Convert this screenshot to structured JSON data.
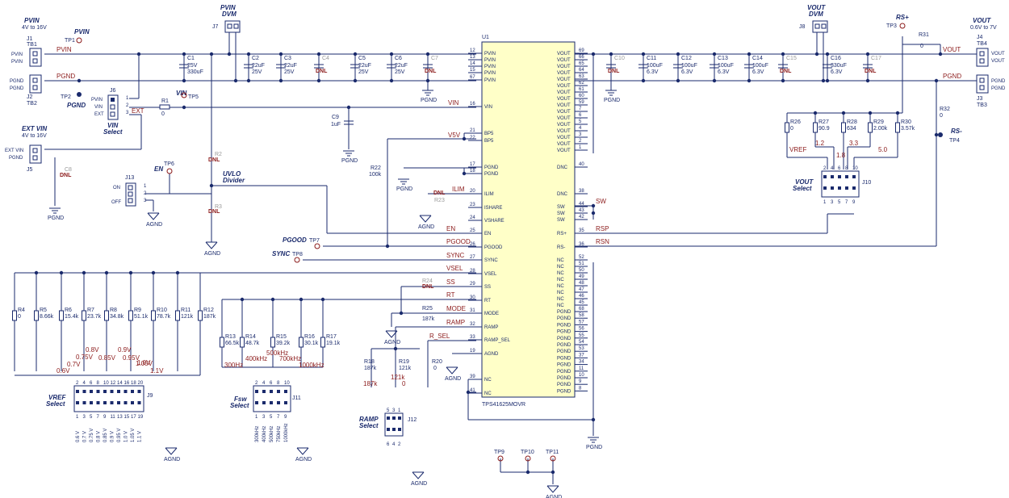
{
  "titles": {
    "pvin": "PVIN",
    "pvin_range": "4V to 16V",
    "pvin_dvm": "PVIN",
    "pvin_dvm2": "DVM",
    "ext_vin": "EXT VIN",
    "ext_range": "4V to 16V",
    "vout": "VOUT",
    "vout_range": "0.6V to 7V",
    "vout_dvm": "VOUT",
    "vout_dvm2": "DVM",
    "vin_select": "VIN",
    "vin_select2": "Select",
    "uvlo": "UVLO",
    "uvlo2": "Divider",
    "en": "EN",
    "vin": "VIN",
    "pvin_tp": "PVIN",
    "pgnd_tp": "PGND",
    "pgood": "PGOOD",
    "sync": "SYNC",
    "rsplus": "RS+",
    "rsminus": "RS-",
    "vout_select": "VOUT",
    "vout_select2": "Select",
    "vref_select": "VREF",
    "vref_select2": "Select",
    "fsw_select": "Fsw",
    "fsw_select2": "Select",
    "ramp_select": "RAMP",
    "ramp_select2": "Select"
  },
  "connectors": {
    "j1": "J1",
    "tb1": "TB1",
    "j2": "J2",
    "tb2": "TB2",
    "j5": "J5",
    "j6": "J6",
    "j7": "J7",
    "j8": "J8",
    "j4": "J4",
    "tb4": "TB4",
    "j3": "J3",
    "tb3": "TB3",
    "j9": "J9",
    "j10": "J10",
    "j11": "J11",
    "j12": "J12",
    "j13": "J13"
  },
  "terminal_labels": {
    "pvin": "PVIN",
    "pgnd": "PGND",
    "ext_vin": "EXT VIN",
    "vout": "VOUT"
  },
  "j6_pins": [
    "PVIN",
    "VIN",
    "EXT"
  ],
  "j13_pins": [
    "ON",
    "OFF"
  ],
  "testpoints": {
    "tp1": "TP1",
    "tp2": "TP2",
    "tp3": "TP3",
    "tp4": "TP4",
    "tp5": "TP5",
    "tp6": "TP6",
    "tp7": "TP7",
    "tp8": "TP8",
    "tp9": "TP9",
    "tp10": "TP10",
    "tp11": "TP11"
  },
  "nets": {
    "pvin": "PVIN",
    "pgnd": "PGND",
    "vout": "VOUT",
    "vin": "VIN",
    "v5v": "V5V",
    "ilim": "ILIM",
    "en": "EN",
    "pgood": "PGOOD",
    "sync": "SYNC",
    "vsel": "VSEL",
    "ss": "SS",
    "rt": "RT",
    "mode": "MODE",
    "ramp": "RAMP",
    "rsel": "R_SEL",
    "sw": "SW",
    "rsp": "RSP",
    "rsn": "RSN",
    "vref": "VREF",
    "ext": "EXT",
    "agnd": "AGND"
  },
  "input_caps": [
    {
      "ref": "C1",
      "v1": "25V",
      "v2": "330uF"
    },
    {
      "ref": "C2",
      "v1": "22uF",
      "v2": "25V"
    },
    {
      "ref": "C3",
      "v1": "22uF",
      "v2": "25V"
    },
    {
      "ref": "C4",
      "v1": "DNL",
      "v2": ""
    },
    {
      "ref": "C5",
      "v1": "22uF",
      "v2": "25V"
    },
    {
      "ref": "C6",
      "v1": "22uF",
      "v2": "25V"
    },
    {
      "ref": "C7",
      "v1": "DNL",
      "v2": ""
    }
  ],
  "output_caps": [
    {
      "ref": "C10",
      "v1": "DNL",
      "v2": ""
    },
    {
      "ref": "C11",
      "v1": "100uF",
      "v2": "6.3V"
    },
    {
      "ref": "C12",
      "v1": "100uF",
      "v2": "6.3V"
    },
    {
      "ref": "C13",
      "v1": "100uF",
      "v2": "6.3V"
    },
    {
      "ref": "C14",
      "v1": "100uF",
      "v2": "6.3V"
    },
    {
      "ref": "C15",
      "v1": "DNL",
      "v2": ""
    },
    {
      "ref": "C16",
      "v1": "330uF",
      "v2": "6.3V"
    },
    {
      "ref": "C17",
      "v1": "DNL",
      "v2": ""
    }
  ],
  "misc_parts": {
    "r1": "R1",
    "r1v": "0",
    "c9": "C9",
    "c9v": "1uF",
    "r2": "R2",
    "r3": "R3",
    "dnl": "DNL",
    "c8": "C8",
    "r22": "R22",
    "r22v": "100k",
    "r23": "R23",
    "r24": "R24",
    "r25": "R25",
    "r25v": "187k",
    "r31": "R31",
    "r31v": "0",
    "r32": "R32",
    "r32v": "0",
    "r18": "R18",
    "r18v": "187k",
    "r19": "R19",
    "r19v": "121k",
    "r20": "R20",
    "r20v": "0"
  },
  "ic": {
    "ref": "U1",
    "part": "TPS41625MOVR",
    "left_pins": [
      {
        "num": "12",
        "name": "PVIN"
      },
      {
        "num": "13",
        "name": "PVIN"
      },
      {
        "num": "14",
        "name": "PVIN"
      },
      {
        "num": "15",
        "name": "PVIN"
      },
      {
        "num": "67",
        "name": "PVIN"
      },
      {
        "num": "16",
        "name": "VIN"
      },
      {
        "num": "21",
        "name": "BP5"
      },
      {
        "num": "22",
        "name": "BP5"
      },
      {
        "num": "17",
        "name": "PGND"
      },
      {
        "num": "18",
        "name": "PGND"
      },
      {
        "num": "20",
        "name": "ILIM"
      },
      {
        "num": "23",
        "name": "ISHARE"
      },
      {
        "num": "24",
        "name": "VSHARE"
      },
      {
        "num": "25",
        "name": "EN"
      },
      {
        "num": "26",
        "name": "PGOOD"
      },
      {
        "num": "27",
        "name": "SYNC"
      },
      {
        "num": "28",
        "name": "VSEL"
      },
      {
        "num": "29",
        "name": "SS"
      },
      {
        "num": "30",
        "name": "RT"
      },
      {
        "num": "31",
        "name": "MODE"
      },
      {
        "num": "32",
        "name": "RAMP"
      },
      {
        "num": "33",
        "name": "RAMP_SEL"
      },
      {
        "num": "19",
        "name": "AGND"
      },
      {
        "num": "39",
        "name": "NC"
      },
      {
        "num": "41",
        "name": "NC"
      }
    ],
    "right_pins": [
      {
        "num": "69",
        "name": "VOUT"
      },
      {
        "num": "66",
        "name": "VOUT"
      },
      {
        "num": "65",
        "name": "VOUT"
      },
      {
        "num": "64",
        "name": "VOUT"
      },
      {
        "num": "63",
        "name": "VOUT"
      },
      {
        "num": "62",
        "name": "VOUT"
      },
      {
        "num": "61",
        "name": "VOUT"
      },
      {
        "num": "60",
        "name": "VOUT"
      },
      {
        "num": "59",
        "name": "VOUT"
      },
      {
        "num": "7",
        "name": "VOUT"
      },
      {
        "num": "6",
        "name": "VOUT"
      },
      {
        "num": "5",
        "name": "VOUT"
      },
      {
        "num": "4",
        "name": "VOUT"
      },
      {
        "num": "3",
        "name": "VOUT"
      },
      {
        "num": "2",
        "name": "VOUT"
      },
      {
        "num": "1",
        "name": "VOUT"
      },
      {
        "num": "40",
        "name": "DNC"
      },
      {
        "num": "38",
        "name": "DNC"
      },
      {
        "num": "44",
        "name": "SW"
      },
      {
        "num": "43",
        "name": "SW"
      },
      {
        "num": "42",
        "name": "SW"
      },
      {
        "num": "35",
        "name": "RS+"
      },
      {
        "num": "36",
        "name": "RS-"
      },
      {
        "num": "52",
        "name": "NC"
      },
      {
        "num": "51",
        "name": "NC"
      },
      {
        "num": "50",
        "name": "NC"
      },
      {
        "num": "49",
        "name": "NC"
      },
      {
        "num": "48",
        "name": "NC"
      },
      {
        "num": "47",
        "name": "NC"
      },
      {
        "num": "46",
        "name": "NC"
      },
      {
        "num": "45",
        "name": "NC"
      },
      {
        "num": "68",
        "name": "PGND"
      },
      {
        "num": "58",
        "name": "PGND"
      },
      {
        "num": "57",
        "name": "PGND"
      },
      {
        "num": "56",
        "name": "PGND"
      },
      {
        "num": "55",
        "name": "PGND"
      },
      {
        "num": "54",
        "name": "PGND"
      },
      {
        "num": "53",
        "name": "PGND"
      },
      {
        "num": "37",
        "name": "PGND"
      },
      {
        "num": "34",
        "name": "PGND"
      },
      {
        "num": "11",
        "name": "PGND"
      },
      {
        "num": "10",
        "name": "PGND"
      },
      {
        "num": "9",
        "name": "PGND"
      },
      {
        "num": "8",
        "name": "PGND"
      }
    ]
  },
  "vref_resistors": [
    {
      "ref": "R4",
      "val": "0"
    },
    {
      "ref": "R5",
      "val": "8.66k"
    },
    {
      "ref": "R6",
      "val": "15.4k"
    },
    {
      "ref": "R7",
      "val": "23.7k"
    },
    {
      "ref": "R8",
      "val": "34.8k"
    },
    {
      "ref": "R9",
      "val": "51.1k"
    },
    {
      "ref": "R10",
      "val": "78.7k"
    },
    {
      "ref": "R11",
      "val": "121k"
    },
    {
      "ref": "R12",
      "val": "187k"
    }
  ],
  "vref_levels": [
    "0.6V",
    "0.7V",
    "0.75V",
    "0.8V",
    "0.85V",
    "0.9V",
    "0.95V",
    "1.0V",
    "1.05V",
    "1.1V"
  ],
  "j9_top_pins": [
    "2",
    "4",
    "6",
    "8",
    "10",
    "12",
    "14",
    "16",
    "18",
    "20"
  ],
  "j9_bottom_pins": [
    "1",
    "3",
    "5",
    "7",
    "9",
    "11",
    "13",
    "15",
    "17",
    "19"
  ],
  "vref_bottom_labels": [
    "0.6 V",
    "0.7 V",
    "0.75 V",
    "0.8 V",
    "0.85 V",
    "0.9 V",
    "0.95 V",
    "1.0 V",
    "1.05 V",
    "1.1 V"
  ],
  "fsw_resistors": [
    {
      "ref": "R13",
      "val": "66.5k"
    },
    {
      "ref": "R14",
      "val": "48.7k"
    },
    {
      "ref": "R15",
      "val": "39.2k"
    },
    {
      "ref": "R16",
      "val": "30.1k"
    },
    {
      "ref": "R17",
      "val": "19.1k"
    }
  ],
  "fsw_levels": [
    "300Hz",
    "400kHz",
    "500kHz",
    "700kHz",
    "1000kHz"
  ],
  "j11_top_pins": [
    "2",
    "4",
    "6",
    "8",
    "10"
  ],
  "j11_bottom_pins": [
    "1",
    "3",
    "5",
    "7",
    "9"
  ],
  "fsw_bottom_labels": [
    "300kHz",
    "400kHz",
    "500kHz",
    "750kHz",
    "1000kHz"
  ],
  "vout_resistors": [
    {
      "ref": "R26",
      "val": "0"
    },
    {
      "ref": "R27",
      "val": "90.9"
    },
    {
      "ref": "R28",
      "val": "634"
    },
    {
      "ref": "R29",
      "val": "2.00k"
    },
    {
      "ref": "R30",
      "val": "3.57k"
    }
  ],
  "vout_levels": [
    "1.2",
    "1.8",
    "3.3",
    "5.0"
  ],
  "j10_top_pins": [
    "2",
    "4",
    "6",
    "8",
    "10"
  ],
  "j10_bottom_pins": [
    "1",
    "3",
    "5",
    "7",
    "9"
  ],
  "ramp_levels": [
    "187k",
    "121k",
    "0"
  ],
  "j12_pins_top": [
    "5",
    "3",
    "1"
  ],
  "j12_pins_bottom": [
    "6",
    "4",
    "2"
  ],
  "j6_nums": [
    "1",
    "2",
    "3"
  ],
  "j13_nums": [
    "1",
    "2",
    "3"
  ],
  "sw_pin_label": "SW"
}
